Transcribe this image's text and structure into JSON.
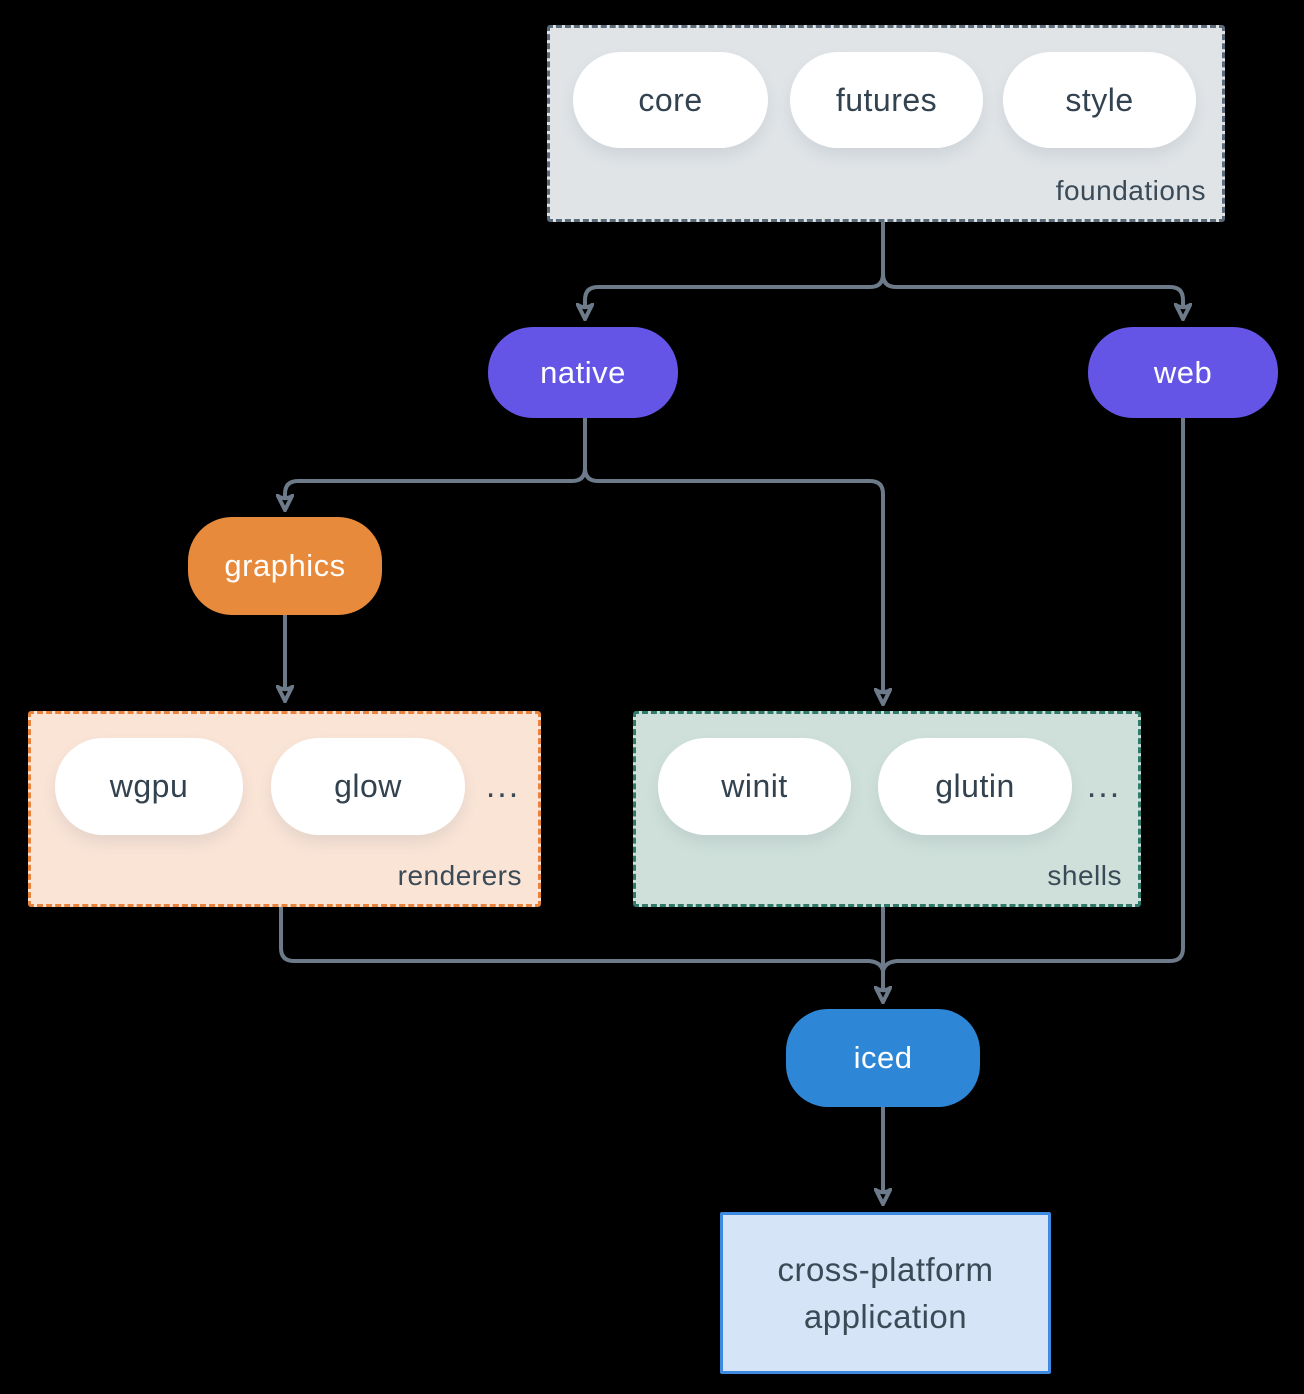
{
  "diagram": {
    "canvas": {
      "background": "#000000",
      "line_color": "#6c7a89"
    },
    "groups": {
      "foundations": {
        "label": "foundations",
        "fill": "#e0e4e7",
        "border": "#5c6b7a",
        "items": [
          "core",
          "futures",
          "style"
        ]
      },
      "renderers": {
        "label": "renderers",
        "fill": "#fae4d6",
        "border": "#e8833d",
        "items": [
          "wgpu",
          "glow"
        ],
        "ellipsis": "..."
      },
      "shells": {
        "label": "shells",
        "fill": "#cfe0da",
        "border": "#2f7a68",
        "items": [
          "winit",
          "glutin"
        ],
        "ellipsis": "..."
      }
    },
    "nodes": {
      "native": {
        "label": "native",
        "fill": "#6455e6"
      },
      "web": {
        "label": "web",
        "fill": "#6455e6"
      },
      "graphics": {
        "label": "graphics",
        "fill": "#e88a3c"
      },
      "iced": {
        "label": "iced",
        "fill": "#2e87d6"
      },
      "application": {
        "line1": "cross-platform",
        "line2": "application",
        "fill": "#d5e5f7",
        "border": "#3d8ae0"
      }
    }
  }
}
